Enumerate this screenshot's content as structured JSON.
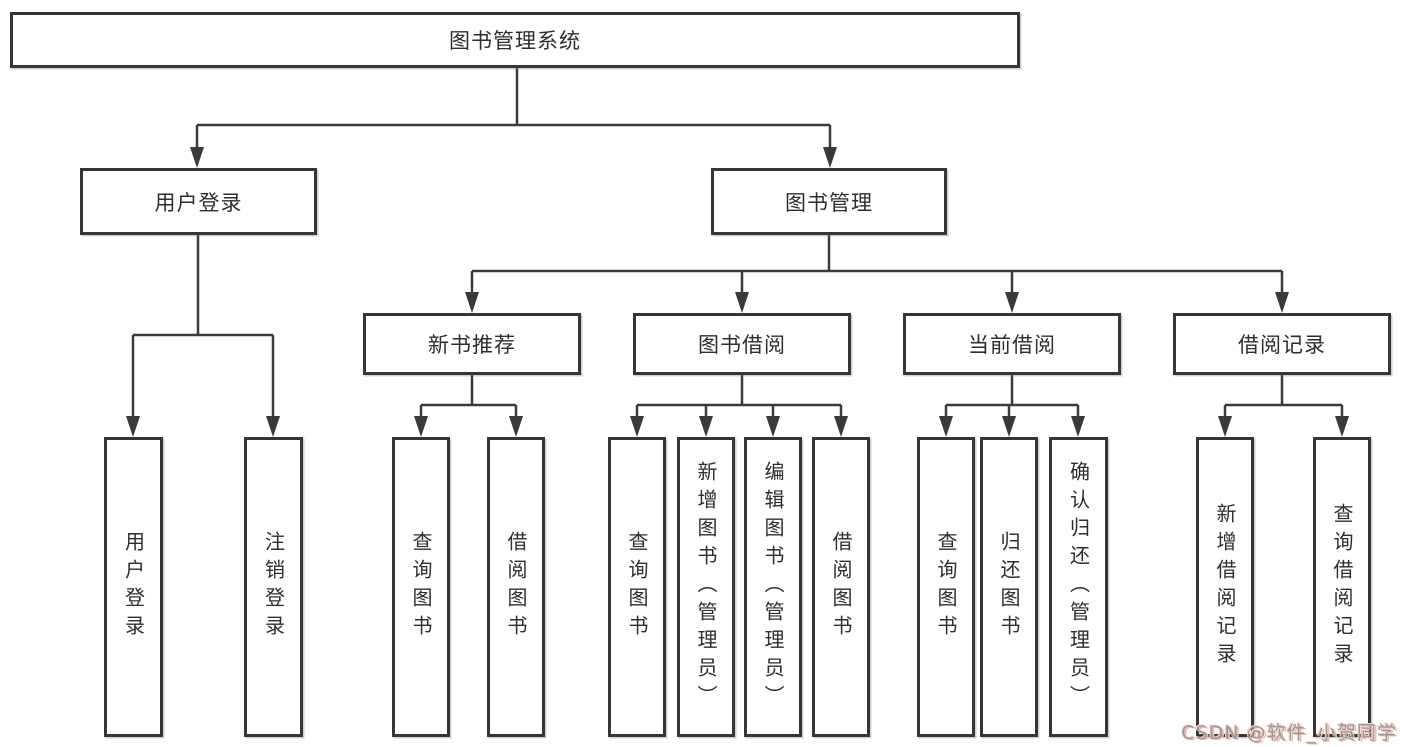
{
  "nodes": {
    "root": "图书管理系统",
    "user_login": "用户登录",
    "book_mgmt": "图书管理",
    "new_book_rec": "新书推荐",
    "book_borrow": "图书借阅",
    "current_borrow": "当前借阅",
    "borrow_records": "借阅记录",
    "leaf_user_login": "用户登录",
    "leaf_logout": "注销登录",
    "leaf_nbr_query_book": "查询图书",
    "leaf_nbr_borrow_book": "借阅图书",
    "leaf_bb_query_book": "查询图书",
    "leaf_bb_add_book": "新增图书（管理员）",
    "leaf_bb_edit_book": "编辑图书（管理员）",
    "leaf_bb_borrow_book": "借阅图书",
    "leaf_cb_query_book": "查询图书",
    "leaf_cb_return_book": "归还图书",
    "leaf_cb_confirm_return": "确认归还（管理员）",
    "leaf_br_add_record": "新增借阅记录",
    "leaf_br_query_record": "查询借阅记录"
  },
  "watermark": "CSDN @软件_小贺同学",
  "colors": {
    "line": "#3a3a3a",
    "box_border": "#363636",
    "text": "#2e2e2e",
    "watermark_text": "#9a9a9a",
    "watermark_shadow": "#f0b9ad"
  }
}
